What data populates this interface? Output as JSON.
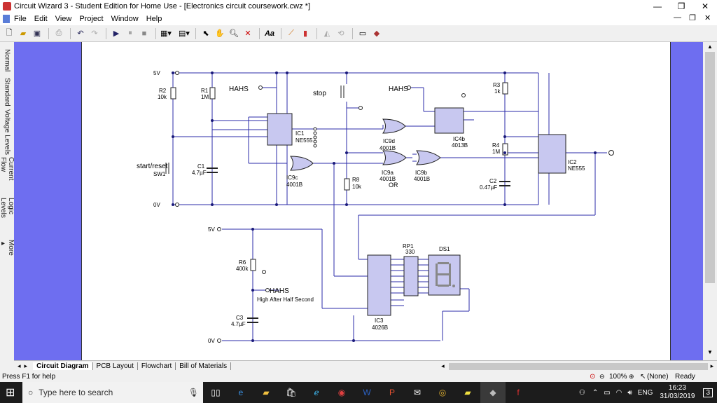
{
  "window": {
    "title": "Circuit Wizard 3 - Student Edition for Home Use - [Electronics circuit coursework.cwz *]",
    "minimize": "—",
    "maximize": "❐",
    "close": "✕"
  },
  "menu": {
    "items": [
      "File",
      "Edit",
      "View",
      "Project",
      "Window",
      "Help"
    ],
    "doc_minimize": "—",
    "doc_restore": "❐",
    "doc_close": "✕"
  },
  "toolbar": {
    "icons": [
      "new-icon",
      "open-icon",
      "save-icon",
      "print-icon",
      "undo-icon",
      "redo-icon",
      "play-icon",
      "pause-icon",
      "stop-icon",
      "components-icon",
      "gallery-icon",
      "select-icon",
      "hand-icon",
      "zoom-icon",
      "delete-icon",
      "text-icon",
      "probe-icon",
      "graph-icon",
      "mirror-icon",
      "rotate-icon",
      "monitor-icon",
      "parts-bin-icon"
    ],
    "aa_label": "Aa"
  },
  "side_tabs": [
    "Normal",
    "Standard",
    "Voltage Levels",
    "Current Flow",
    "Logic Levels",
    "More ▸"
  ],
  "sheet_tabs": [
    "Circuit Diagram",
    "PCB Layout",
    "Flowchart",
    "Bill of Materials"
  ],
  "status": {
    "help": "Press F1 for help",
    "zoom": "100%",
    "selection": "(None)",
    "state": "Ready"
  },
  "taskbar": {
    "search_placeholder": "Type here to search",
    "lang": "ENG",
    "time": "16:23",
    "date": "31/03/2019",
    "notifications": "3"
  },
  "colors": {
    "workspace": "#6e6ef0",
    "wire": "#2b2baa",
    "chip": "#c8c8f0",
    "node": "#1a1a7a"
  },
  "circuit": {
    "rail_5v_top": "5V",
    "rail_0v_top": "0V",
    "rail_5v_bottom": "5V",
    "rail_0v_bottom": "0V",
    "R2": "R2",
    "R2v": "10k",
    "R1": "R1",
    "R1v": "1M",
    "C1": "C1",
    "C1v": "4.7µF",
    "SW1a": "start/reset",
    "SW1b": "SW1",
    "HAHS1": "HAHS",
    "HAHS2": "HAHS",
    "HAHS3": "HAHS",
    "IC1": "IC1",
    "IC1v": "NE555",
    "stop": "stop",
    "IC9c": "IC9c",
    "IC9cv": "4001B",
    "IC9d": "IC9d",
    "IC9dv": "4001B",
    "IC9a": "IC9a",
    "IC9av": "4001B",
    "IC9b": "IC9b",
    "IC9bv": "4001B",
    "OR": "OR",
    "R8": "R8",
    "R8v": "10k",
    "IC4b": "IC4b",
    "IC4bv": "4013B",
    "R3": "R3",
    "R3v": "1k",
    "R4": "R4",
    "R4v": "1M",
    "C2": "C2",
    "C2v": "0.47µF",
    "IC2": "IC2",
    "IC2v": "NE555",
    "R6": "R6",
    "R6v": "400k",
    "C3": "C3",
    "C3v": "4.7µF",
    "half_second": "High After Half Second",
    "RP1": "RP1",
    "RP1v": "330",
    "DS1": "DS1",
    "IC3": "IC3",
    "IC3v": "4026B"
  }
}
